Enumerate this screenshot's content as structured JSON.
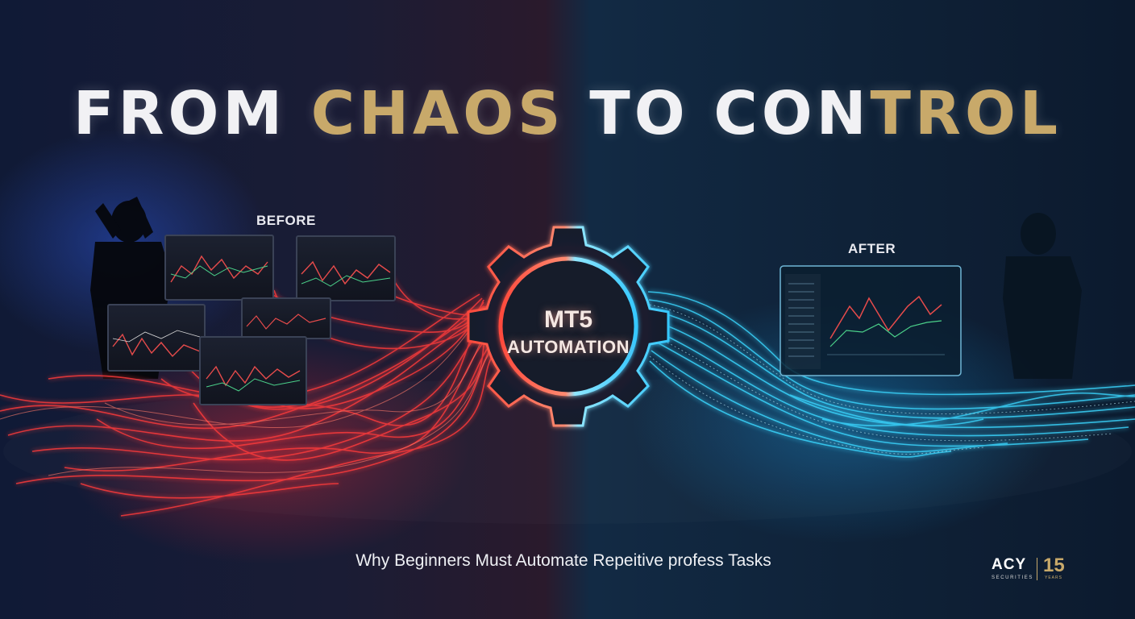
{
  "headline": {
    "part1": "FROM ",
    "part2": "CHAOS",
    "part3": " TO CON",
    "part4": "TROL"
  },
  "labels": {
    "before": "BEFORE",
    "after": "AFTER"
  },
  "gear": {
    "line1": "MT5",
    "line2": "AUTOMATION"
  },
  "subtitle": "Why Beginners Must Automate Repeitive profess Tasks",
  "logo": {
    "brand": "ACY",
    "tagline": "SECURITIES",
    "anniversary": "15",
    "anniversary_unit": "YEARS"
  },
  "colors": {
    "accent_gold": "#c8a96a",
    "chaos_red": "#ff3b3b",
    "control_blue": "#3ad7ff"
  }
}
